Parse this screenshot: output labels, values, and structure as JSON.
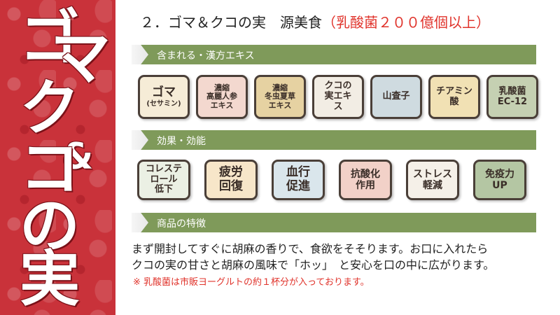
{
  "side_title": {
    "chars": [
      "ゴ",
      "マ",
      "&",
      "ク",
      "コ",
      "の",
      "実"
    ],
    "bg_color": "#c9323a"
  },
  "title": {
    "main": "２．ゴマ＆クコの実　源美食",
    "highlight": "（乳酸菌２００億個以上）",
    "highlight_color": "#e0332b"
  },
  "sections": {
    "ingredients_label": "含まれる・漢方エキス",
    "effects_label": "効果・効能",
    "product_label": "商品の特徴",
    "bar_color": "#7f9a5a"
  },
  "ingredients": [
    {
      "line1": "ゴマ",
      "line2": "(セサミン)",
      "line3": "",
      "bg": "#f6ecd7"
    },
    {
      "line1": "濃縮",
      "line2": "高麗人参",
      "line3": "エキス",
      "bg": "#f3d8cf"
    },
    {
      "line1": "濃縮",
      "line2": "冬虫夏草",
      "line3": "エキス",
      "bg": "#e6d2a2"
    },
    {
      "line1": "クコの",
      "line2": "実エキ",
      "line3": "ス",
      "bg": "#f2ede4"
    },
    {
      "line1": "山査子",
      "line2": "",
      "line3": "",
      "bg": "#cfdbe0"
    },
    {
      "line1": "チアミン",
      "line2": "酸",
      "line3": "",
      "bg": "#f1e1b4"
    },
    {
      "line1": "乳酸菌",
      "line2": "EC-12",
      "line3": "",
      "bg": "#c5d0b2"
    }
  ],
  "effects": [
    {
      "line1": "コレステ",
      "line2": "ロール",
      "line3": "低下",
      "bg": "#ebf0e4"
    },
    {
      "line1": "疲労",
      "line2": "回復",
      "line3": "",
      "bg": "#f7e6c9"
    },
    {
      "line1": "血行",
      "line2": "促進",
      "line3": "",
      "bg": "#dae6ec"
    },
    {
      "line1": "抗酸化",
      "line2": "作用",
      "line3": "",
      "bg": "#f2d1c8"
    },
    {
      "line1": "ストレス",
      "line2": "軽減",
      "line3": "",
      "bg": "#f5f0e8"
    },
    {
      "line1": "免疫力",
      "line2": "UP",
      "line3": "",
      "bg": "#b4c6a3"
    }
  ],
  "description": {
    "line1": "まず開封してすぐに胡麻の香りで、食欲をそそります。お口に入れたら",
    "line2": "クコの実の甘さと胡麻の風味で「ホッ」　と安心を口の中に広がります。",
    "note": "※ 乳酸菌は市販ヨーグルトの約１杯分が入っております。"
  }
}
